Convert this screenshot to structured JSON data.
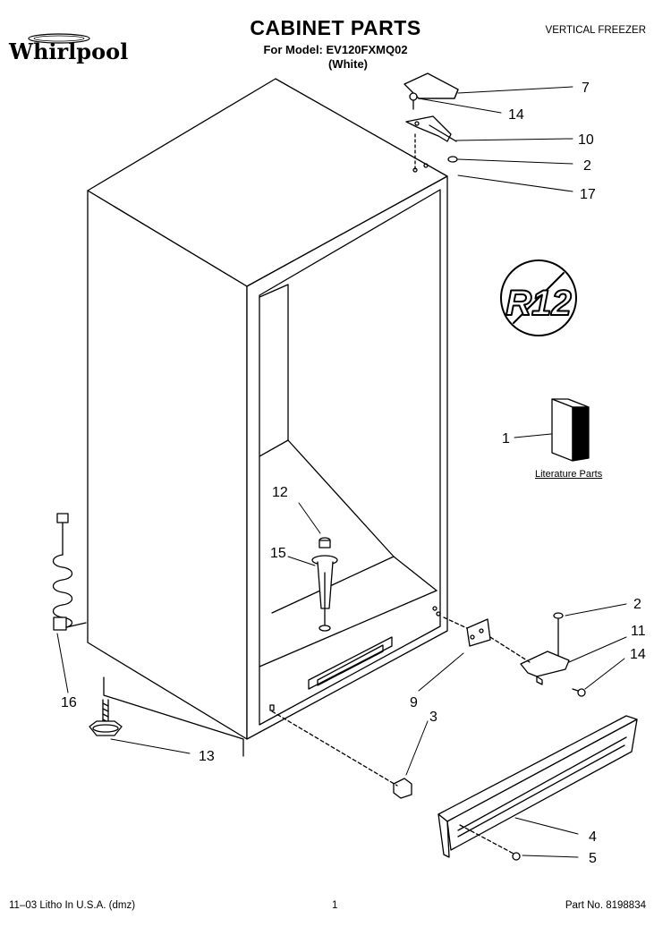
{
  "header": {
    "brand": "Whirlpool",
    "title": "CABINET PARTS",
    "model_line": "For Model: EV120FXMQ02",
    "variant": "(White)",
    "category": "VERTICAL FREEZER"
  },
  "badge": {
    "text": "R12"
  },
  "literature_label": "Literature Parts",
  "callouts": {
    "c7": "7",
    "c14a": "14",
    "c10": "10",
    "c2a": "2",
    "c17": "17",
    "c1": "1",
    "c12": "12",
    "c15": "15",
    "c2b": "2",
    "c11": "11",
    "c14b": "14",
    "c9": "9",
    "c3": "3",
    "c16": "16",
    "c13": "13",
    "c4": "4",
    "c5": "5"
  },
  "footer": {
    "left": "11–03 Litho In U.S.A. (dmz)",
    "page": "1",
    "part_no": "Part No. 8198834"
  }
}
